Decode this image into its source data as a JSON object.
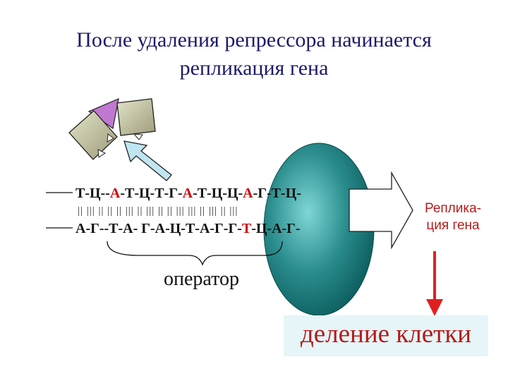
{
  "title": {
    "line1": "После удаления репрессора начинается",
    "line2": "репликация гена"
  },
  "dna": {
    "top_strand": [
      {
        "t": "Т-Ц--",
        "red": false
      },
      {
        "t": "А",
        "red": true
      },
      {
        "t": "-Т-Ц-Т-Г-",
        "red": false
      },
      {
        "t": "А",
        "red": true
      },
      {
        "t": "-Т-Ц-Ц-",
        "red": false
      },
      {
        "t": "А",
        "red": true
      },
      {
        "t": "-Г-Т-Ц-",
        "red": false
      }
    ],
    "bonds": "||  |||    ||    ||  ||   |||  ||  |||  ||    ||  |||   |||  ||   |||  ||  |||",
    "bottom_strand": [
      {
        "t": "А-Г--Т-А- Г-А-Ц-Т-А-Г-Г-",
        "red": false
      },
      {
        "t": "Т",
        "red": true
      },
      {
        "t": "-Ц-А-Г-",
        "red": false
      }
    ]
  },
  "labels": {
    "operator": "оператор",
    "replication_line1": "Реплика-",
    "replication_line2": "ция гена",
    "cell_division": "деление клетки"
  },
  "colors": {
    "title": "#1a1a6b",
    "red": "#cc0000",
    "label_red": "#b51a1a",
    "polymerase_dark": "#0d5e5e",
    "polymerase_light": "#7fd6d6",
    "repressor_block": "#c9c9a6",
    "inducer": "#c078d0",
    "arrow_light": "#bfe6f0",
    "box_bg": "#e6f5f7"
  }
}
